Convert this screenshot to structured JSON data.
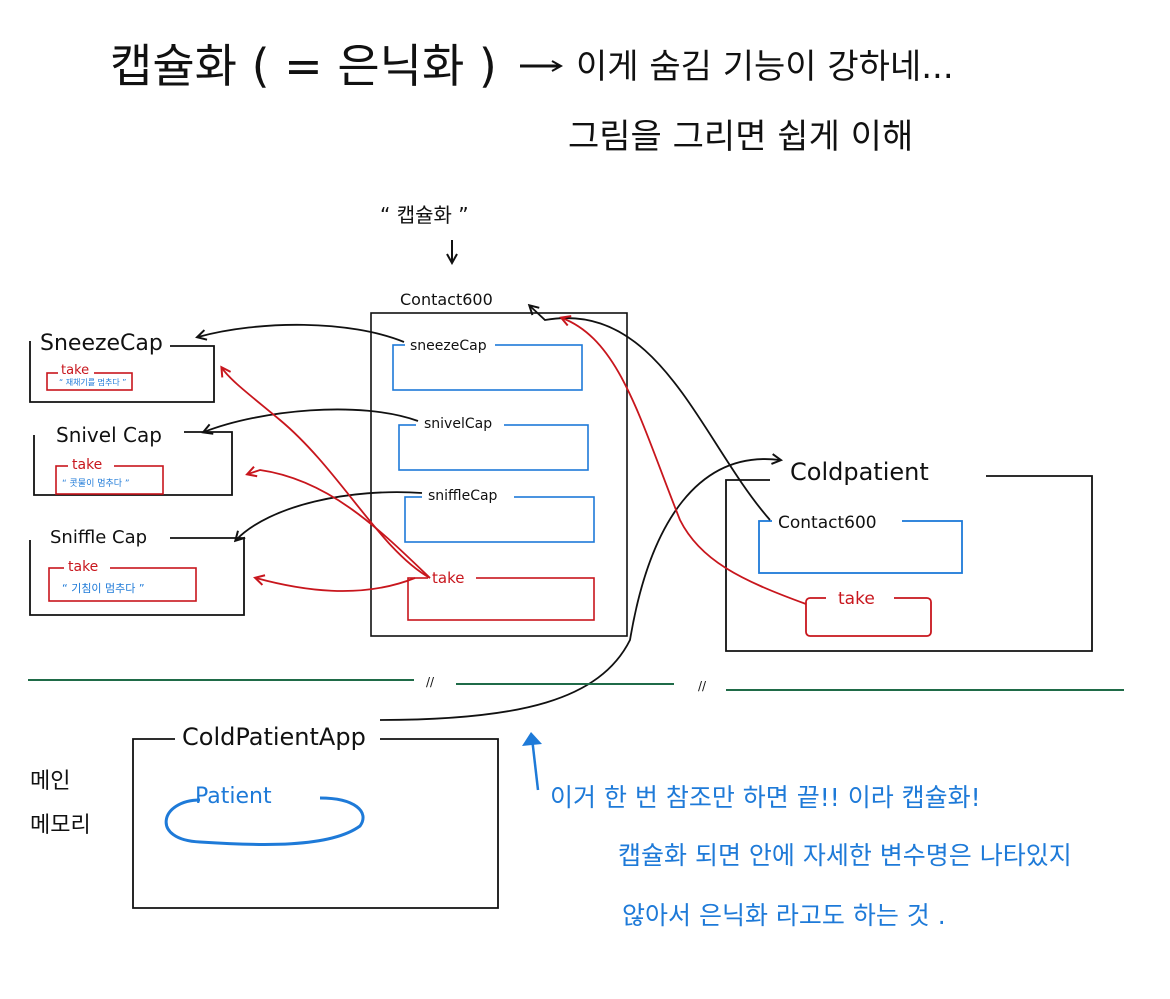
{
  "header": {
    "title": "캡슐화 ( = 은닉화 )",
    "arrow_note": "이게 숨김 기능이 강하네...",
    "sub_note": "그림을 그리면 쉽게 이해"
  },
  "pointer_label": "“ 캡슐화 ”",
  "contact600": {
    "title": "Contact600",
    "fields": [
      "sneezeCap",
      "snivelCap",
      "sniffleCap"
    ],
    "method": "take"
  },
  "caps": [
    {
      "name": "SneezeCap",
      "method": "take",
      "text": "“ 재채기를 멈추다 ”"
    },
    {
      "name": "Snivel Cap",
      "method": "take",
      "text": "“ 콧물이 멈추다 ”"
    },
    {
      "name": "Sniffle Cap",
      "method": "take",
      "text": "“ 기침이 멈추다 ”"
    }
  ],
  "cold_patient": {
    "title": "Coldpatient",
    "field": "Contact600",
    "method": "take"
  },
  "divider": {
    "marks": [
      "//",
      "//"
    ]
  },
  "app": {
    "title": "ColdPatientApp",
    "field": "Patient",
    "memory_label_1": "메인",
    "memory_label_2": "메모리"
  },
  "note": {
    "line1": "이거 한 번 참조만 하면 끝!! 이라 캡슐화!",
    "line2": "캡슐화 되면 안에 자세한 변수명은 나타있지",
    "line3": "않아서 은닉화 라고도 하는 것 ."
  },
  "colors": {
    "ink": "#111111",
    "red": "#c8161d",
    "blue": "#1e7ad8",
    "green": "#1f6b48"
  }
}
